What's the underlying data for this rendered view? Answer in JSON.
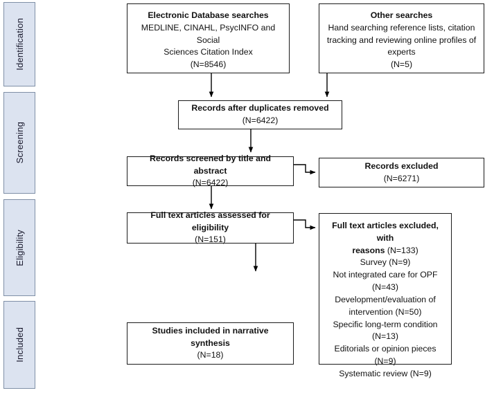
{
  "diagram": {
    "title": "PRISMA study selection flow diagram",
    "type": "flowchart",
    "colors": {
      "stage_tab_fill": "#dce3f0",
      "stage_tab_border": "#7f8fa6",
      "box_border": "#1a1a1a",
      "box_fill": "#ffffff",
      "connector": "#000000",
      "text": "#111111"
    }
  },
  "stages": [
    {
      "label": "Identification"
    },
    {
      "label": "Screening"
    },
    {
      "label": "Eligibility"
    },
    {
      "label": "Included"
    }
  ],
  "boxes": {
    "electronic_database": {
      "lines": [
        {
          "text": "Electronic Database searches",
          "bold": true
        },
        {
          "text": "MEDLINE, CINAHL, PsycINFO and Social",
          "bold": false
        },
        {
          "text": "Sciences Citation Index",
          "bold": false
        },
        {
          "text": "(N=8546)",
          "bold": false
        }
      ]
    },
    "other_searches": {
      "lines": [
        {
          "text": "Other searches",
          "bold": true
        },
        {
          "text": "Hand searching reference lists, citation",
          "bold": false
        },
        {
          "text": "tracking and reviewing online profiles of",
          "bold": false
        },
        {
          "text": "experts",
          "bold": false
        },
        {
          "text": "(N=5)",
          "bold": false
        }
      ]
    },
    "duplicates_removed": {
      "lines": [
        {
          "text": "Records after duplicates removed",
          "bold": true
        },
        {
          "text": "(N=6422)",
          "bold": false
        }
      ]
    },
    "records_screened": {
      "lines": [
        {
          "text": "Records screened by title and abstract",
          "bold": true
        },
        {
          "text": "(N=6422)",
          "bold": false
        }
      ]
    },
    "records_excluded": {
      "lines": [
        {
          "text": "Records excluded",
          "bold": true
        },
        {
          "text": "(N=6271)",
          "bold": false
        }
      ]
    },
    "full_text_assessed": {
      "lines": [
        {
          "text": "Full text articles assessed for eligibility",
          "bold": true
        },
        {
          "text": "(N=151)",
          "bold": false
        }
      ]
    },
    "full_text_excluded": {
      "lines": [
        {
          "text": "Full text articles excluded, with",
          "bold": true
        },
        {
          "text": "reasons (N=133)",
          "bold": "mixed"
        },
        {
          "text": "Survey (N=9)",
          "bold": false
        },
        {
          "text": "Not integrated care for OPF",
          "bold": false
        },
        {
          "text": "(N=43)",
          "bold": false
        },
        {
          "text": "Development/evaluation of",
          "bold": false
        },
        {
          "text": "intervention (N=50)",
          "bold": false
        },
        {
          "text": "Specific long-term condition",
          "bold": false
        },
        {
          "text": "(N=13)",
          "bold": false
        },
        {
          "text": "Editorials or opinion pieces",
          "bold": false
        },
        {
          "text": "(N=9)",
          "bold": false
        },
        {
          "text": "Systematic review (N=9)",
          "bold": false
        }
      ],
      "header_bold_text": "Full text articles excluded, with",
      "header_bold_text_2": "reasons",
      "header_count": " (N=133)"
    },
    "studies_included": {
      "lines": [
        {
          "text": "Studies included in narrative synthesis",
          "bold": true
        },
        {
          "text": "(N=18)",
          "bold": false
        }
      ]
    }
  },
  "connectors": [
    {
      "name": "database-to-duplicates",
      "kind": "arrow-down"
    },
    {
      "name": "other-to-duplicates",
      "kind": "arrow-down"
    },
    {
      "name": "duplicates-to-screened",
      "kind": "arrow-down"
    },
    {
      "name": "screened-to-excluded",
      "kind": "elbow-right"
    },
    {
      "name": "screened-to-fulltext",
      "kind": "arrow-down"
    },
    {
      "name": "fulltext-to-excluded-reasons",
      "kind": "elbow-right"
    },
    {
      "name": "fulltext-to-included",
      "kind": "arrow-down"
    }
  ]
}
